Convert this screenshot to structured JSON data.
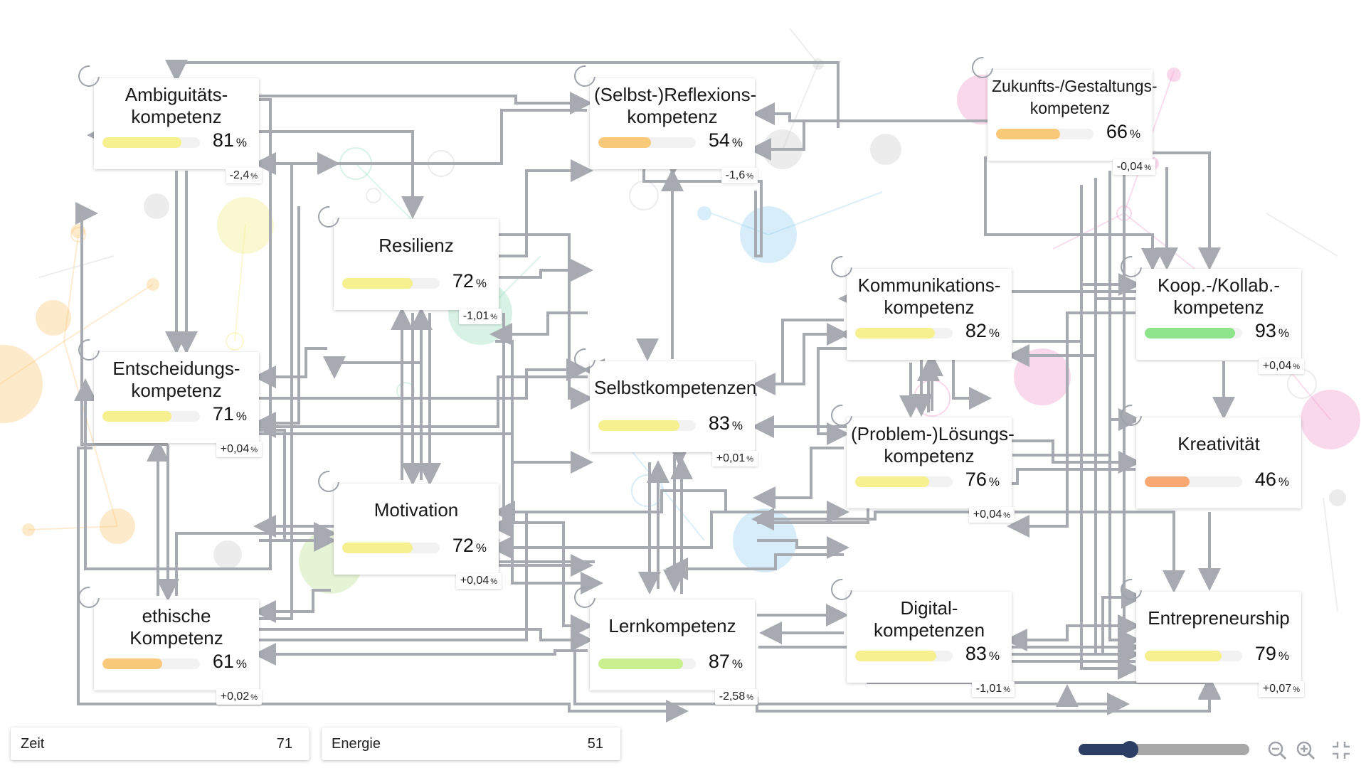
{
  "nodes": [
    {
      "id": "ambiguitaet",
      "lines": [
        "Ambiguitäts-",
        "kompetenz"
      ],
      "value": "81",
      "unit": "%",
      "delta": "-2,4",
      "level": 0.81,
      "color": "#f7f08e"
    },
    {
      "id": "reflexion",
      "lines": [
        "(Selbst-)Reflexions-",
        "kompetenz"
      ],
      "value": "54",
      "unit": "%",
      "delta": "-1,6",
      "level": 0.54,
      "color": "#f9c97a"
    },
    {
      "id": "zukunft",
      "lines": [
        "Zukunfts-/Gestaltungs-",
        "kompetenz"
      ],
      "value": "66",
      "unit": "%",
      "delta": "-0,04",
      "level": 0.66,
      "color": "#f9c97a"
    },
    {
      "id": "resilienz",
      "lines": [
        "Resilienz"
      ],
      "value": "72",
      "unit": "%",
      "delta": "-1,01",
      "level": 0.72,
      "color": "#f7f08e"
    },
    {
      "id": "kommunikation",
      "lines": [
        "Kommunikations-",
        "kompetenz"
      ],
      "value": "82",
      "unit": "%",
      "delta": "",
      "level": 0.82,
      "color": "#f7f08e"
    },
    {
      "id": "kooperation",
      "lines": [
        "Koop.-/Kollab.-",
        "kompetenz"
      ],
      "value": "93",
      "unit": "%",
      "delta": "+0,04",
      "level": 0.93,
      "color": "#8de48a"
    },
    {
      "id": "entscheidung",
      "lines": [
        "Entscheidungs-",
        "kompetenz"
      ],
      "value": "71",
      "unit": "%",
      "delta": "+0,04",
      "level": 0.71,
      "color": "#f7f08e"
    },
    {
      "id": "selbstkompetenz",
      "lines": [
        "Selbstkompetenzen"
      ],
      "value": "83",
      "unit": "%",
      "delta": "+0,01",
      "level": 0.83,
      "color": "#f7f08e"
    },
    {
      "id": "problemloesung",
      "lines": [
        "(Problem-)Lösungs-",
        "kompetenz"
      ],
      "value": "76",
      "unit": "%",
      "delta": "+0,04",
      "level": 0.76,
      "color": "#f7f08e"
    },
    {
      "id": "kreativitaet",
      "lines": [
        "Kreativität"
      ],
      "value": "46",
      "unit": "%",
      "delta": "",
      "level": 0.46,
      "color": "#f9a872"
    },
    {
      "id": "motivation",
      "lines": [
        "Motivation"
      ],
      "value": "72",
      "unit": "%",
      "delta": "+0,04",
      "level": 0.72,
      "color": "#f7f08e"
    },
    {
      "id": "ethik",
      "lines": [
        "ethische",
        "Kompetenz"
      ],
      "value": "61",
      "unit": "%",
      "delta": "+0,02",
      "level": 0.61,
      "color": "#f9c97a"
    },
    {
      "id": "lernkompetenz",
      "lines": [
        "Lernkompetenz"
      ],
      "value": "87",
      "unit": "%",
      "delta": "-2,58",
      "level": 0.87,
      "color": "#c9ef8e"
    },
    {
      "id": "digital",
      "lines": [
        "Digital-",
        "kompetenzen"
      ],
      "value": "83",
      "unit": "%",
      "delta": "-1,01",
      "level": 0.83,
      "color": "#f7f08e"
    },
    {
      "id": "entrepreneurship",
      "lines": [
        "Entrepreneurship"
      ],
      "value": "79",
      "unit": "%",
      "delta": "+0,07",
      "level": 0.79,
      "color": "#f7f08e"
    }
  ],
  "params": {
    "zeit": {
      "label": "Zeit",
      "value": "71"
    },
    "energie": {
      "label": "Energie",
      "value": "51"
    }
  },
  "zoom": {
    "level": 0.3
  },
  "edge_color": "#a7aab1",
  "icons": {
    "zoom_out": "zoom-out-icon",
    "zoom_in": "zoom-in-icon",
    "fit": "collapse-icon"
  }
}
